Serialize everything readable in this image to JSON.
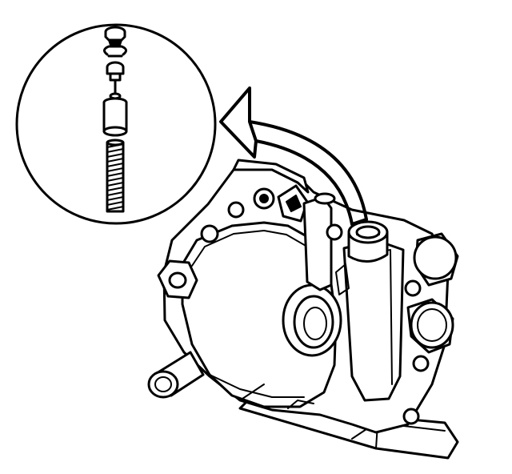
{
  "figure": {
    "background": "#ffffff",
    "line_color": "#000000",
    "parts": [
      "detail-view-circle",
      "curved-arrow",
      "oil-pump-housing",
      "relief-valve-bore",
      "relief-valve-cap",
      "snap-ring",
      "valve-plunger",
      "spring-guide",
      "relief-valve-spring"
    ]
  }
}
